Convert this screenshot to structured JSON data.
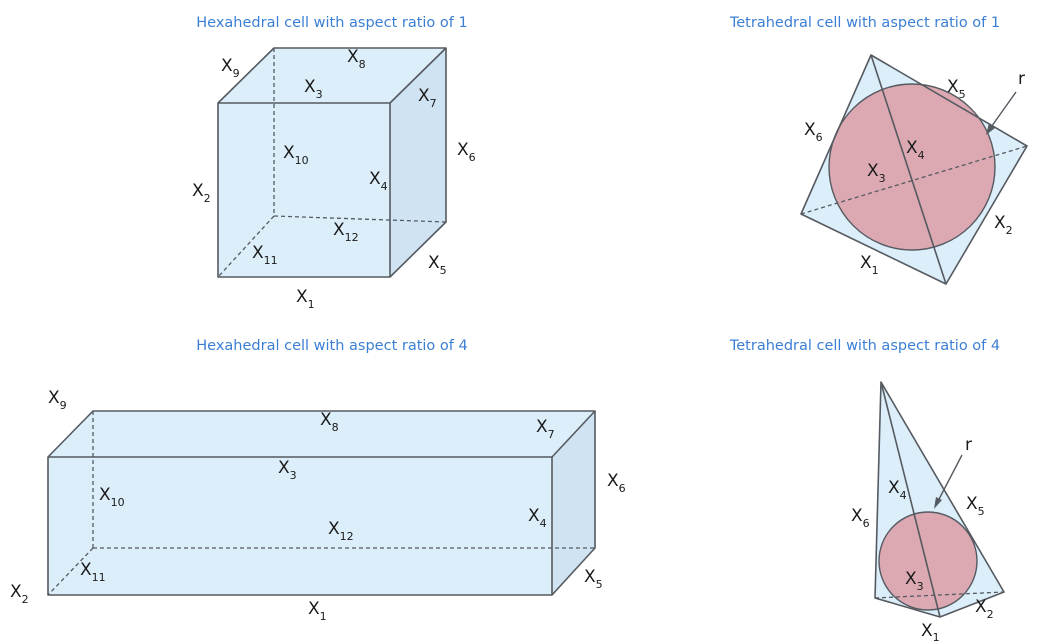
{
  "panels": {
    "hex1": {
      "title": "Hexahedral cell with aspect ratio of 1",
      "labels": {
        "x1": "1",
        "x2": "2",
        "x3": "3",
        "x4": "4",
        "x5": "5",
        "x6": "6",
        "x7": "7",
        "x8": "8",
        "x9": "9",
        "x10": "10",
        "x11": "11",
        "x12": "12"
      }
    },
    "tet1": {
      "title": "Tetrahedral cell with aspect ratio of 1",
      "labels": {
        "x1": "1",
        "x2": "2",
        "x3": "3",
        "x4": "4",
        "x5": "5",
        "x6": "6"
      },
      "radius_label": "r"
    },
    "hex4": {
      "title": "Hexahedral cell with aspect ratio of 4",
      "labels": {
        "x1": "1",
        "x2": "2",
        "x3": "3",
        "x4": "4",
        "x5": "5",
        "x6": "6",
        "x7": "7",
        "x8": "8",
        "x9": "9",
        "x10": "10",
        "x11": "11",
        "x12": "12"
      }
    },
    "tet4": {
      "title": "Tetrahedral cell with aspect ratio of 4",
      "labels": {
        "x1": "1",
        "x2": "2",
        "x3": "3",
        "x4": "4",
        "x5": "5",
        "x6": "6"
      },
      "radius_label": "r"
    }
  },
  "edge_symbol": "X"
}
